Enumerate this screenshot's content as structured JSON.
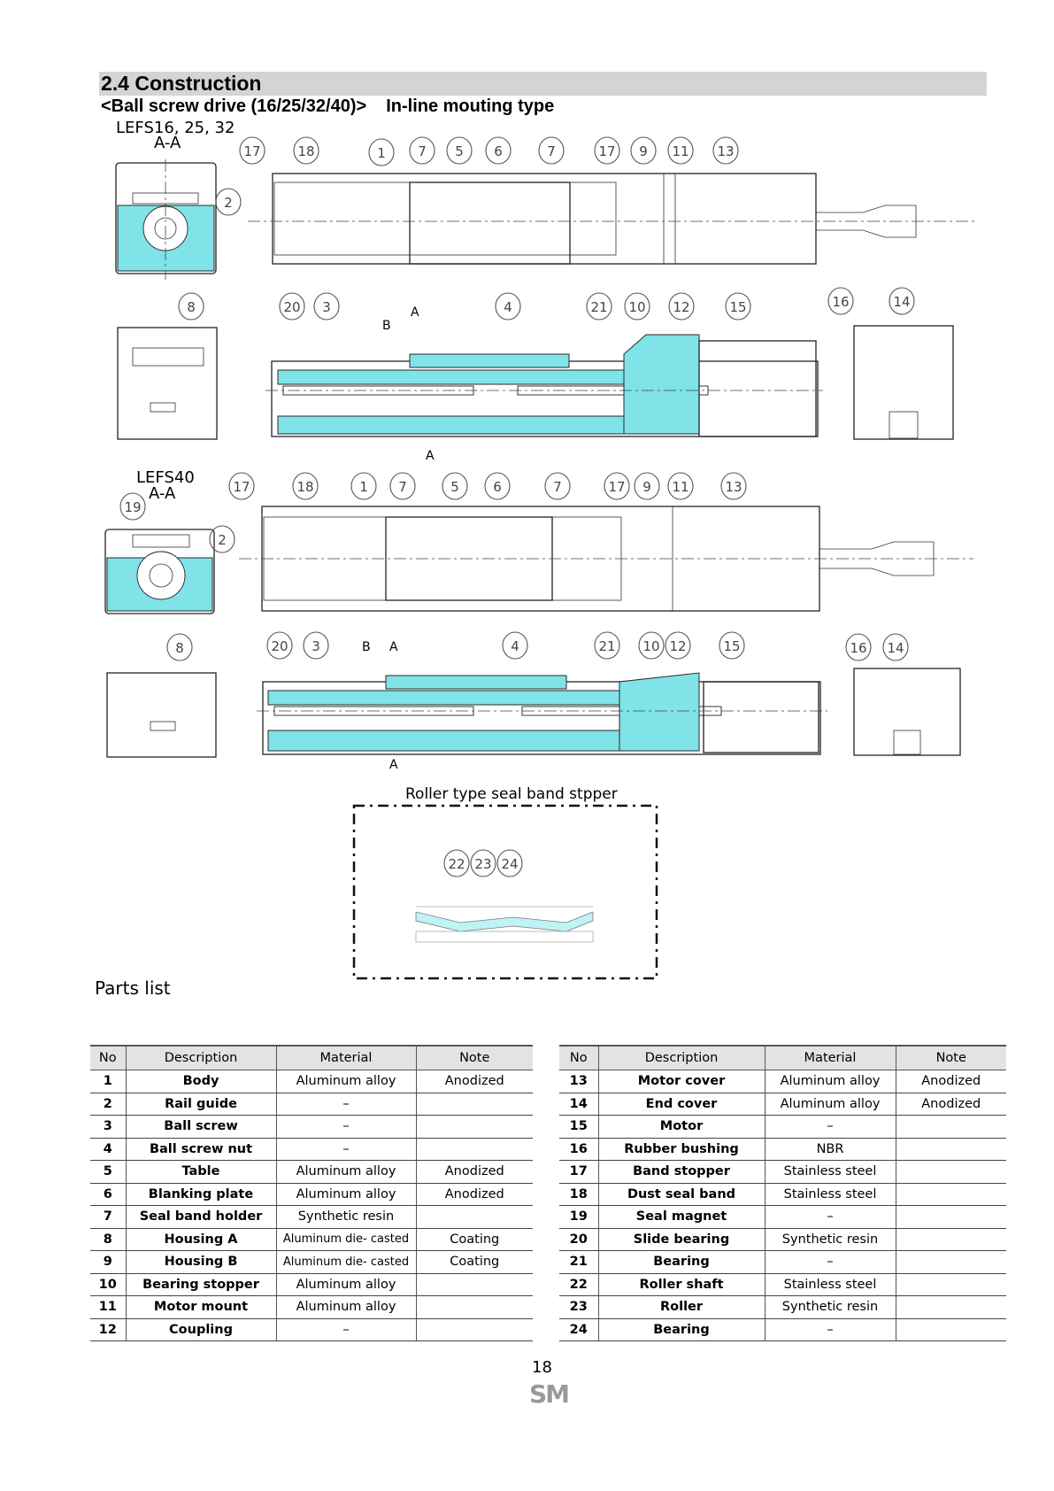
{
  "section": {
    "title": "2.4 Construction"
  },
  "subtitle": {
    "drive": "<Ball screw drive (16/25/32/40)>",
    "type": "In-line mouting type"
  },
  "figures": {
    "lefs_small_label": "LEFS16, 25, 32",
    "aa_label_top": "A-A",
    "lefs40_label": "LEFS40",
    "aa_label_lower": "A-A",
    "section_marks": {
      "a": "A",
      "b": "B"
    },
    "roller_caption": "Roller type seal band stpper"
  },
  "parts_list_label": "Parts list",
  "table_headers": {
    "no": "No",
    "description": "Description",
    "material": "Material",
    "note": "Note"
  },
  "parts_left": [
    {
      "no": "1",
      "description": "Body",
      "material": "Aluminum alloy",
      "note": "Anodized"
    },
    {
      "no": "2",
      "description": "Rail guide",
      "material": "–",
      "note": ""
    },
    {
      "no": "3",
      "description": "Ball screw",
      "material": "–",
      "note": ""
    },
    {
      "no": "4",
      "description": "Ball screw nut",
      "material": "–",
      "note": ""
    },
    {
      "no": "5",
      "description": "Table",
      "material": "Aluminum alloy",
      "note": "Anodized"
    },
    {
      "no": "6",
      "description": "Blanking plate",
      "material": "Aluminum alloy",
      "note": "Anodized"
    },
    {
      "no": "7",
      "description": "Seal band holder",
      "material": "Synthetic resin",
      "note": ""
    },
    {
      "no": "8",
      "description": "Housing A",
      "material": "Aluminum die- casted",
      "note": "Coating"
    },
    {
      "no": "9",
      "description": "Housing B",
      "material": "Aluminum die- casted",
      "note": "Coating"
    },
    {
      "no": "10",
      "description": "Bearing stopper",
      "material": "Aluminum alloy",
      "note": ""
    },
    {
      "no": "11",
      "description": "Motor mount",
      "material": "Aluminum alloy",
      "note": ""
    },
    {
      "no": "12",
      "description": "Coupling",
      "material": "–",
      "note": ""
    }
  ],
  "parts_right": [
    {
      "no": "13",
      "description": "Motor cover",
      "material": "Aluminum alloy",
      "note": "Anodized"
    },
    {
      "no": "14",
      "description": "End cover",
      "material": "Aluminum alloy",
      "note": "Anodized"
    },
    {
      "no": "15",
      "description": "Motor",
      "material": "–",
      "note": ""
    },
    {
      "no": "16",
      "description": "Rubber bushing",
      "material": "NBR",
      "note": ""
    },
    {
      "no": "17",
      "description": "Band stopper",
      "material": "Stainless steel",
      "note": ""
    },
    {
      "no": "18",
      "description": "Dust seal band",
      "material": "Stainless steel",
      "note": ""
    },
    {
      "no": "19",
      "description": "Seal magnet",
      "material": "–",
      "note": ""
    },
    {
      "no": "20",
      "description": "Slide bearing",
      "material": "Synthetic resin",
      "note": ""
    },
    {
      "no": "21",
      "description": "Bearing",
      "material": "–",
      "note": ""
    },
    {
      "no": "22",
      "description": "Roller shaft",
      "material": "Stainless steel",
      "note": ""
    },
    {
      "no": "23",
      "description": "Roller",
      "material": "Synthetic resin",
      "note": ""
    },
    {
      "no": "24",
      "description": "Bearing",
      "material": "–",
      "note": ""
    }
  ],
  "footer": {
    "page": "18",
    "logo": "SM"
  },
  "colors": {
    "section_fill": "#7fe3e8",
    "title_band": "#d4d4d4",
    "header_band": "#e3e3e3"
  }
}
